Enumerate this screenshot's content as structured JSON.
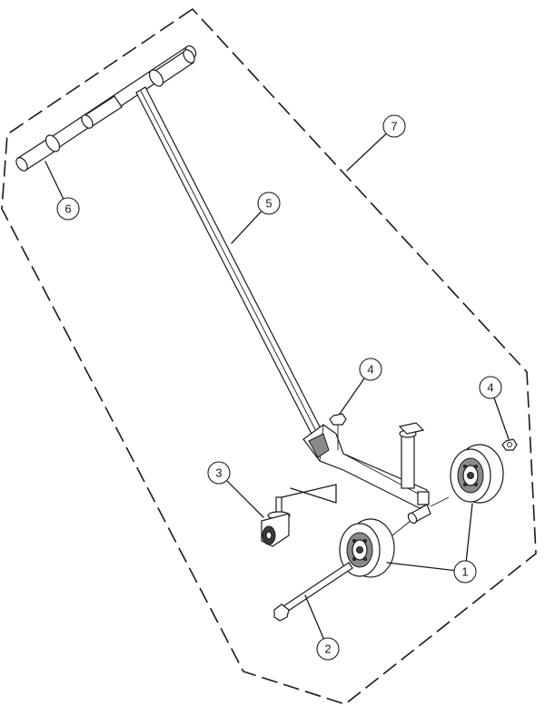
{
  "callouts": [
    {
      "id": "callout-1",
      "label": "1"
    },
    {
      "id": "callout-2",
      "label": "2"
    },
    {
      "id": "callout-3",
      "label": "3"
    },
    {
      "id": "callout-4a",
      "label": "4"
    },
    {
      "id": "callout-4b",
      "label": "4"
    },
    {
      "id": "callout-5",
      "label": "5"
    },
    {
      "id": "callout-6",
      "label": "6"
    },
    {
      "id": "callout-7",
      "label": "7"
    }
  ],
  "parts": [
    "wheel",
    "axle-bolt",
    "caster",
    "nut",
    "handle-frame",
    "grip",
    "assembly-boundary"
  ]
}
